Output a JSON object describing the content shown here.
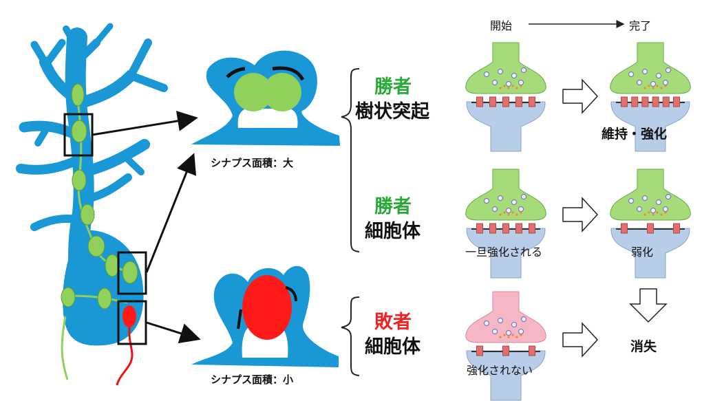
{
  "timeline": {
    "start": "開始",
    "end": "完了"
  },
  "synapse_captions": {
    "large": "シナプス面積：大",
    "small": "シナプス面積：小"
  },
  "groups": [
    {
      "status": "勝者",
      "target": "樹状突起"
    },
    {
      "status": "勝者",
      "target": "細胞体"
    },
    {
      "status": "敗者",
      "target": "細胞体"
    }
  ],
  "stage_notes": {
    "row2_start": "一旦強化される",
    "row3_start": "強化されない"
  },
  "outcomes": {
    "row1": "維持・強化",
    "row2": "弱化",
    "row3": "消失"
  },
  "colors": {
    "neuron": "#1a97d5",
    "spine": "#8fd15a",
    "loser_spine": "#ff1a1a",
    "presynaptic_green": "#a6db7a",
    "presynaptic_pink": "#f5b6c6",
    "postsynaptic": "#b8cde8",
    "receptor": "#e07070",
    "winner_text": "#2aa838",
    "loser_text": "#ee2222"
  }
}
